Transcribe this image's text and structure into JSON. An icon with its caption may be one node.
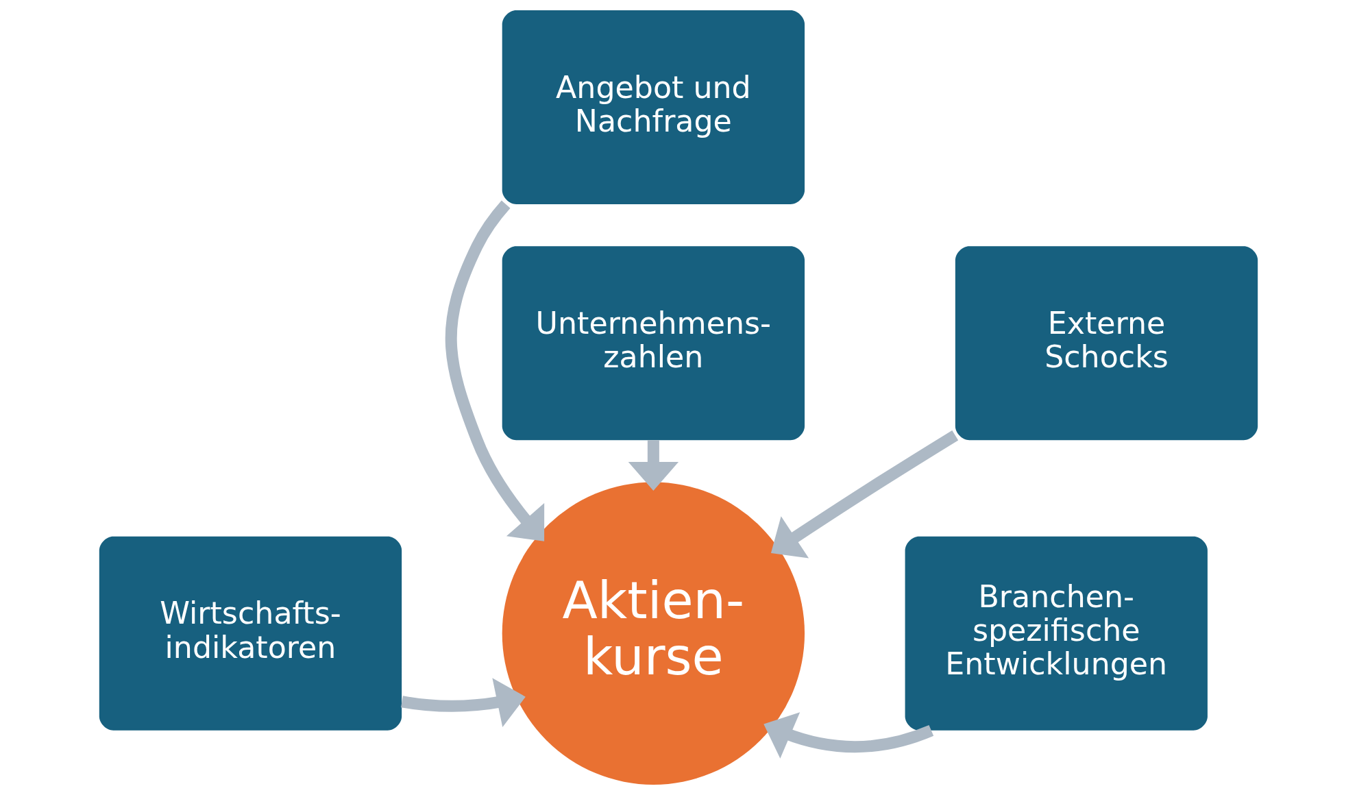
{
  "diagram": {
    "nodes": [
      {
        "text": [
          "Angebot und Nachfrage"
        ]
      },
      {
        "text": [
          "Unternehmens- zahlen"
        ]
      },
      {
        "text": [
          "Externe Schocks"
        ]
      },
      {
        "text": [
          "Wirtschafts- indikatoren"
        ]
      },
      {
        "text": [
          "Aktien- kurse"
        ]
      },
      {
        "text": [
          "Branchen- spezifische Entwicklungen"
        ]
      }
    ],
    "edges": [
      {
        "from": 0,
        "to": 4,
        "arrow": "to"
      },
      {
        "from": 1,
        "to": 4,
        "arrow": "to"
      },
      {
        "from": 2,
        "to": 4,
        "arrow": "to"
      },
      {
        "from": 3,
        "to": 4,
        "arrow": "to"
      },
      {
        "from": 5,
        "to": 4,
        "arrow": "to"
      }
    ]
  }
}
